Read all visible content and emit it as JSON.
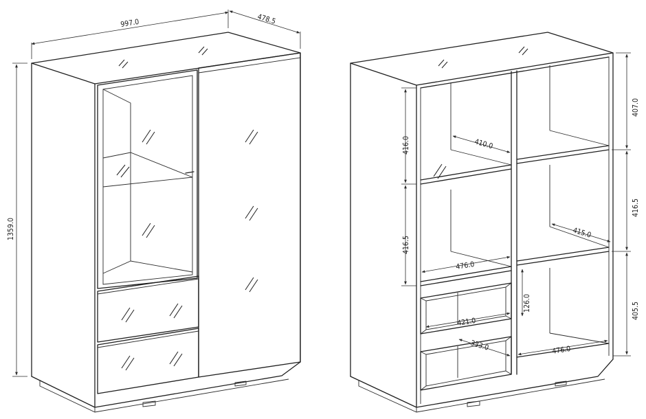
{
  "dimensions": {
    "width": "997.0",
    "depth": "478.5",
    "height": "1359.0",
    "top_row_height": "407.0",
    "middle_row_height": "416.5",
    "bottom_row_height": "405.5",
    "left_upper_height": "416.0",
    "left_middle_height": "416.5",
    "left_shelf_depth": "410.0",
    "right_shelf_depth": "415.0",
    "left_compartment_width": "476.0",
    "right_compartment_width": "476.0",
    "drawer_width": "421.0",
    "drawer_depth": "333.0",
    "drawer_height": "126.0"
  }
}
